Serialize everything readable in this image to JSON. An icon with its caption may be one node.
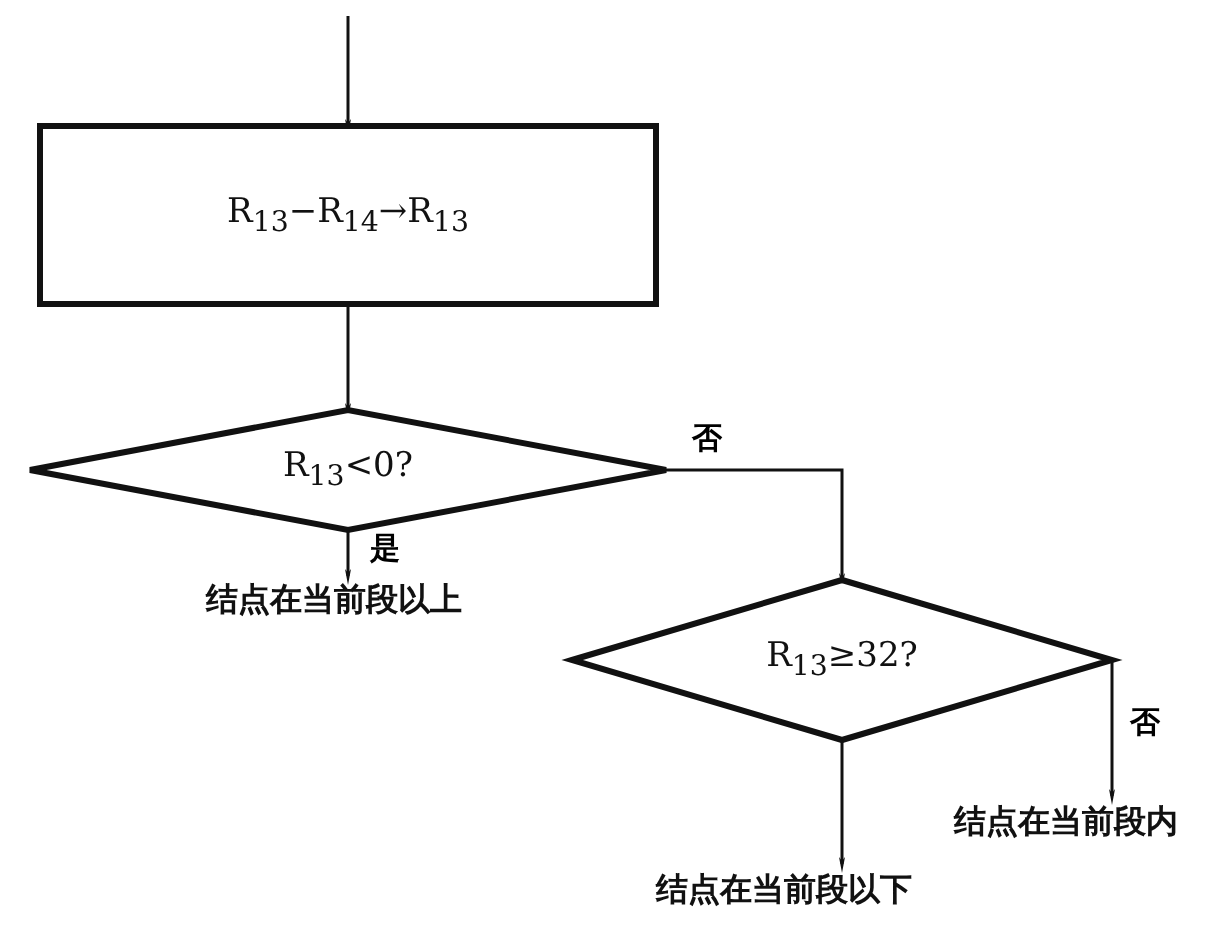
{
  "diagram": {
    "nodes": [
      {
        "text": [
          "R$_{13}$−R$_{14}$→R$_{13}$"
        ]
      },
      {
        "text": [
          "R$_{13}$<0?"
        ]
      },
      {
        "text": [
          "结点在当前段以上"
        ]
      },
      {
        "text": [
          "R$_{13}$≥32?"
        ]
      },
      {
        "text": [
          "结点在当前段内"
        ]
      },
      {
        "text": [
          "结点在当前段以下"
        ]
      }
    ],
    "edges": [
      {
        "from": null,
        "to": 0,
        "arrow": "to"
      },
      {
        "from": 0,
        "to": 1,
        "arrow": "to"
      },
      {
        "from": 1,
        "to": 2,
        "arrow": "to",
        "label": "是"
      },
      {
        "from": 1,
        "to": 3,
        "arrow": "to",
        "label": "否"
      },
      {
        "from": 3,
        "to": 4,
        "arrow": "to",
        "label": "否"
      },
      {
        "from": 3,
        "to": 5,
        "arrow": "to"
      }
    ]
  }
}
